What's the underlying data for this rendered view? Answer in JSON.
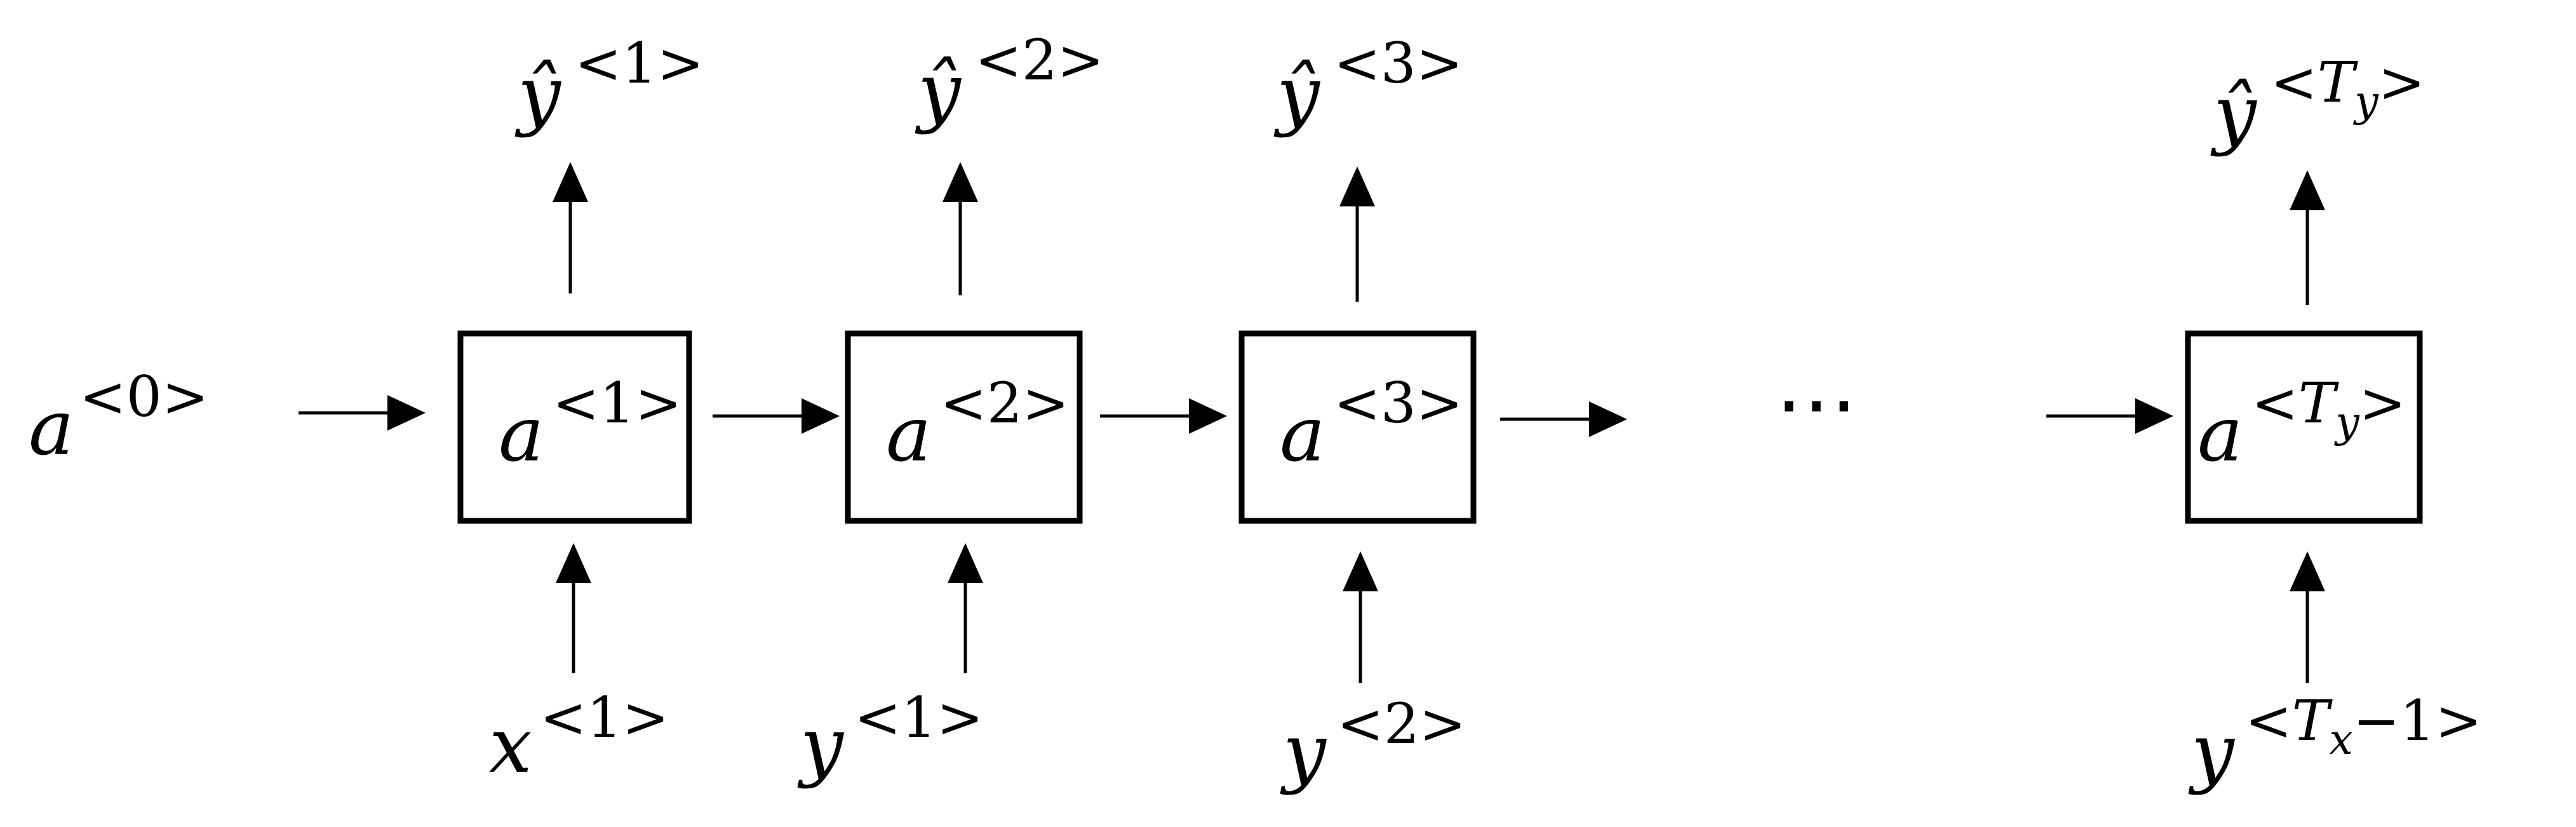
{
  "diagram": {
    "initial_activation": {
      "base": "a",
      "sup": "<0>"
    },
    "ellipsis": "⋯",
    "cells": [
      {
        "hidden": {
          "base": "a",
          "sup": "<1>"
        },
        "output": {
          "base": "ŷ",
          "sup": "<1>"
        },
        "input": {
          "base": "x",
          "sup": "<1>"
        }
      },
      {
        "hidden": {
          "base": "a",
          "sup": "<2>"
        },
        "output": {
          "base": "ŷ",
          "sup": "<2>"
        },
        "input": {
          "base": "y",
          "sup": "<1>"
        }
      },
      {
        "hidden": {
          "base": "a",
          "sup": "<3>"
        },
        "output": {
          "base": "ŷ",
          "sup": "<3>"
        },
        "input": {
          "base": "y",
          "sup": "<2>"
        }
      },
      {
        "hidden": {
          "base": "a",
          "sup_open": "<",
          "sup_var": "T",
          "sup_sub": "y",
          "sup_close": ">"
        },
        "output": {
          "base": "ŷ",
          "sup_open": "<",
          "sup_var": "T",
          "sup_sub": "y",
          "sup_close": ">"
        },
        "input": {
          "base": "y",
          "sup_open": "<",
          "sup_var": "T",
          "sup_sub": "x",
          "sup_tail": "−1",
          "sup_close": ">"
        }
      }
    ]
  }
}
